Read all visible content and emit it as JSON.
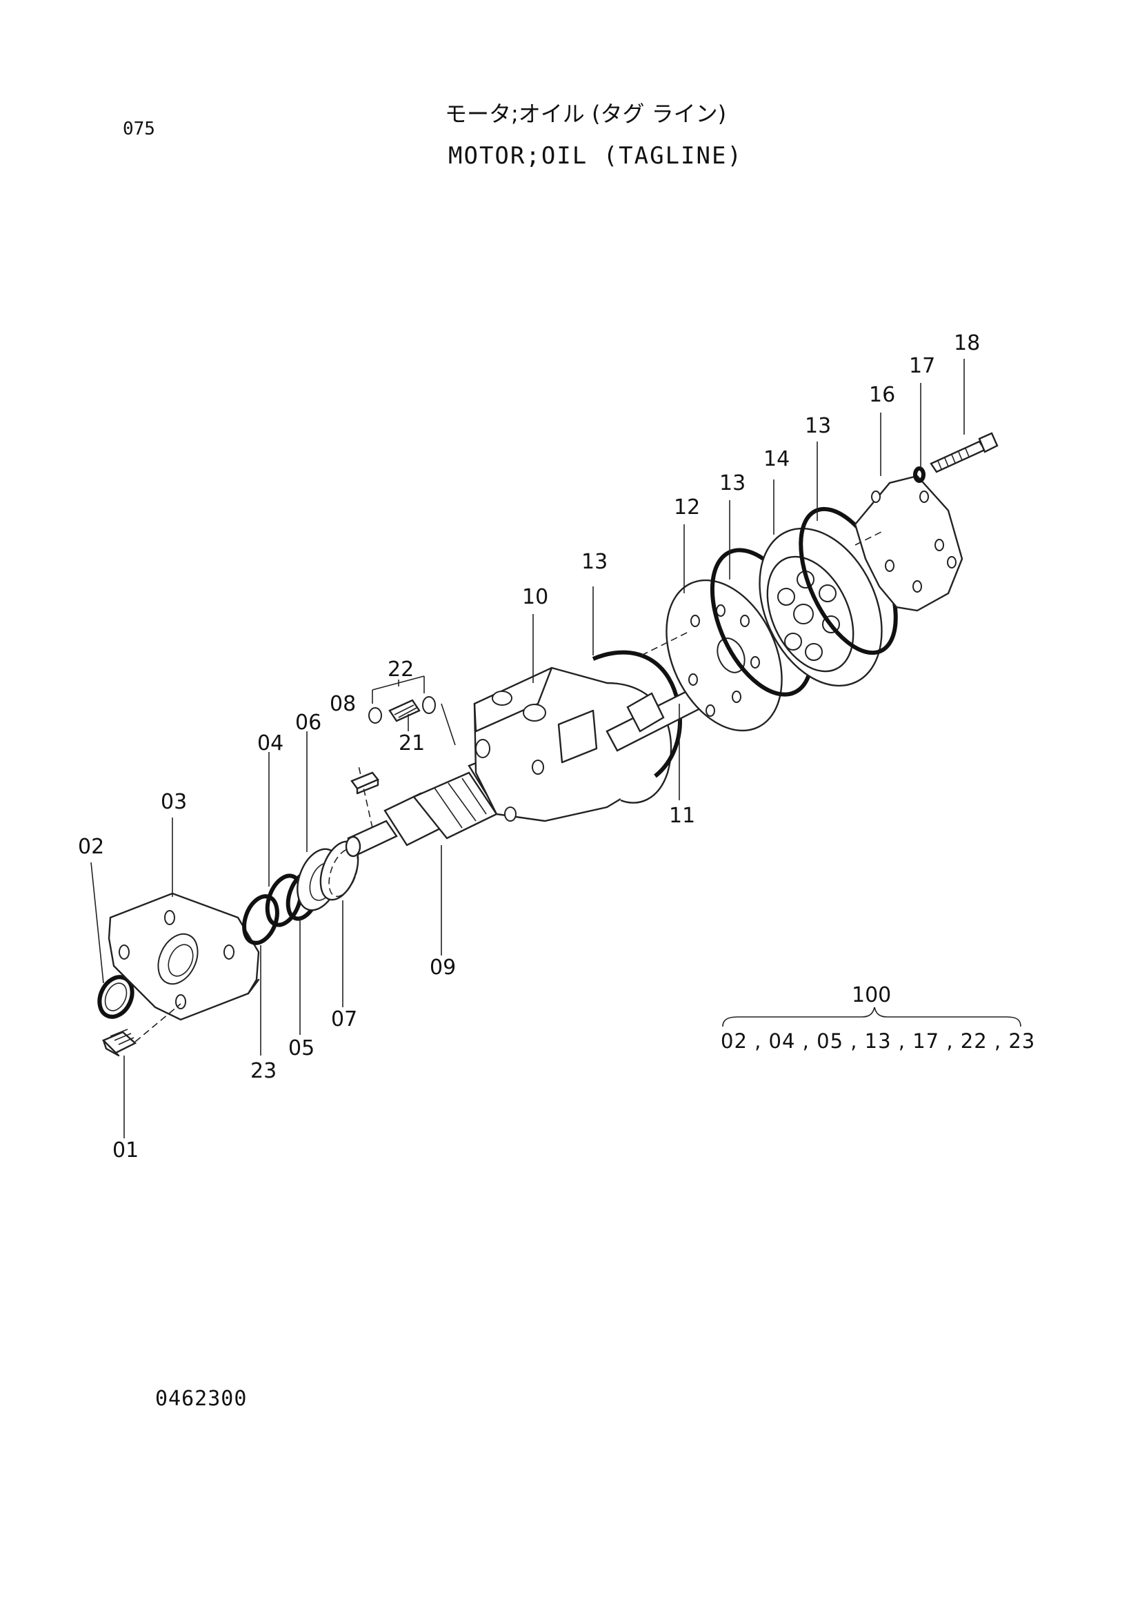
{
  "header": {
    "page_number": "075",
    "title_jp": "モータ;オイル (タグ ライン)",
    "title_en": "MOTOR;OIL (TAGLINE)"
  },
  "footer": {
    "drawing_number": "0462300"
  },
  "kit": {
    "label": "100",
    "items": "02 , 04 , 05 , 13 , 17 , 22 , 23"
  },
  "callouts": [
    {
      "id": "01",
      "label": "01"
    },
    {
      "id": "02",
      "label": "02"
    },
    {
      "id": "03",
      "label": "03"
    },
    {
      "id": "04",
      "label": "04"
    },
    {
      "id": "05",
      "label": "05"
    },
    {
      "id": "06",
      "label": "06"
    },
    {
      "id": "07",
      "label": "07"
    },
    {
      "id": "08",
      "label": "08"
    },
    {
      "id": "09",
      "label": "09"
    },
    {
      "id": "10",
      "label": "10"
    },
    {
      "id": "11",
      "label": "11"
    },
    {
      "id": "12",
      "label": "12"
    },
    {
      "id": "13a",
      "label": "13"
    },
    {
      "id": "13b",
      "label": "13"
    },
    {
      "id": "13c",
      "label": "13"
    },
    {
      "id": "14",
      "label": "14"
    },
    {
      "id": "16",
      "label": "16"
    },
    {
      "id": "17",
      "label": "17"
    },
    {
      "id": "18",
      "label": "18"
    },
    {
      "id": "21",
      "label": "21"
    },
    {
      "id": "22",
      "label": "22"
    },
    {
      "id": "23",
      "label": "23"
    }
  ]
}
